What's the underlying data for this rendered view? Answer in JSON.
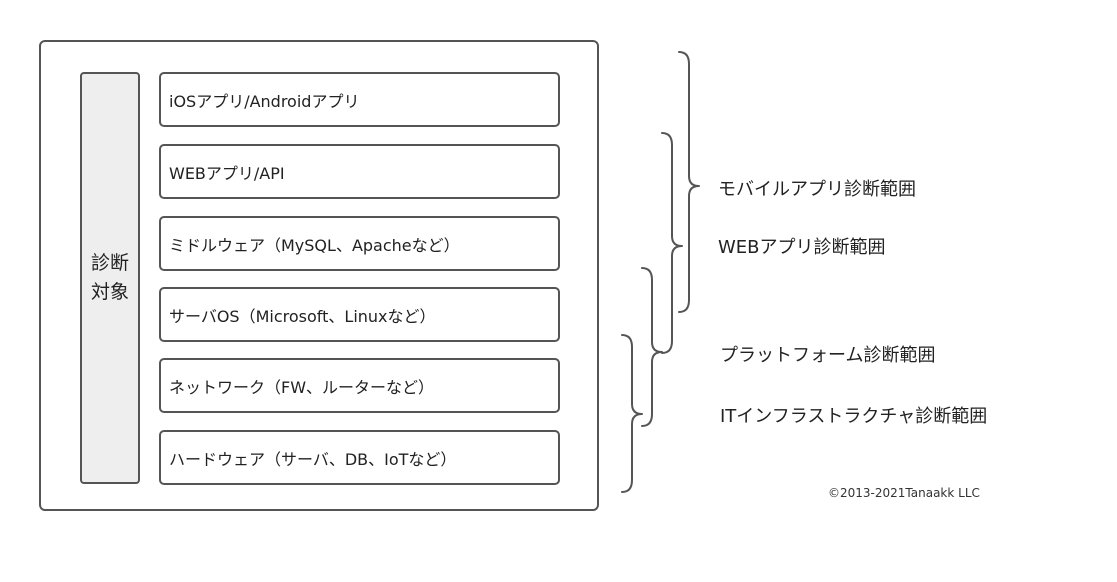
{
  "side_label": "診断対象",
  "layers": [
    "iOSアプリ/Androidアプリ",
    "WEBアプリ/API",
    "ミドルウェア（MySQL、Apacheなど）",
    "サーバOS（Microsoft、Linuxなど）",
    "ネットワーク（FW、ルーターなど）",
    "ハードウェア（サーバ、DB、IoTなど）"
  ],
  "scopes": [
    "モバイルアプリ診断範囲",
    "WEBアプリ診断範囲",
    "プラットフォーム診断範囲",
    "ITインフラストラクチャ診断範囲"
  ],
  "copyright": "©2013-2021Tanaakk LLC"
}
